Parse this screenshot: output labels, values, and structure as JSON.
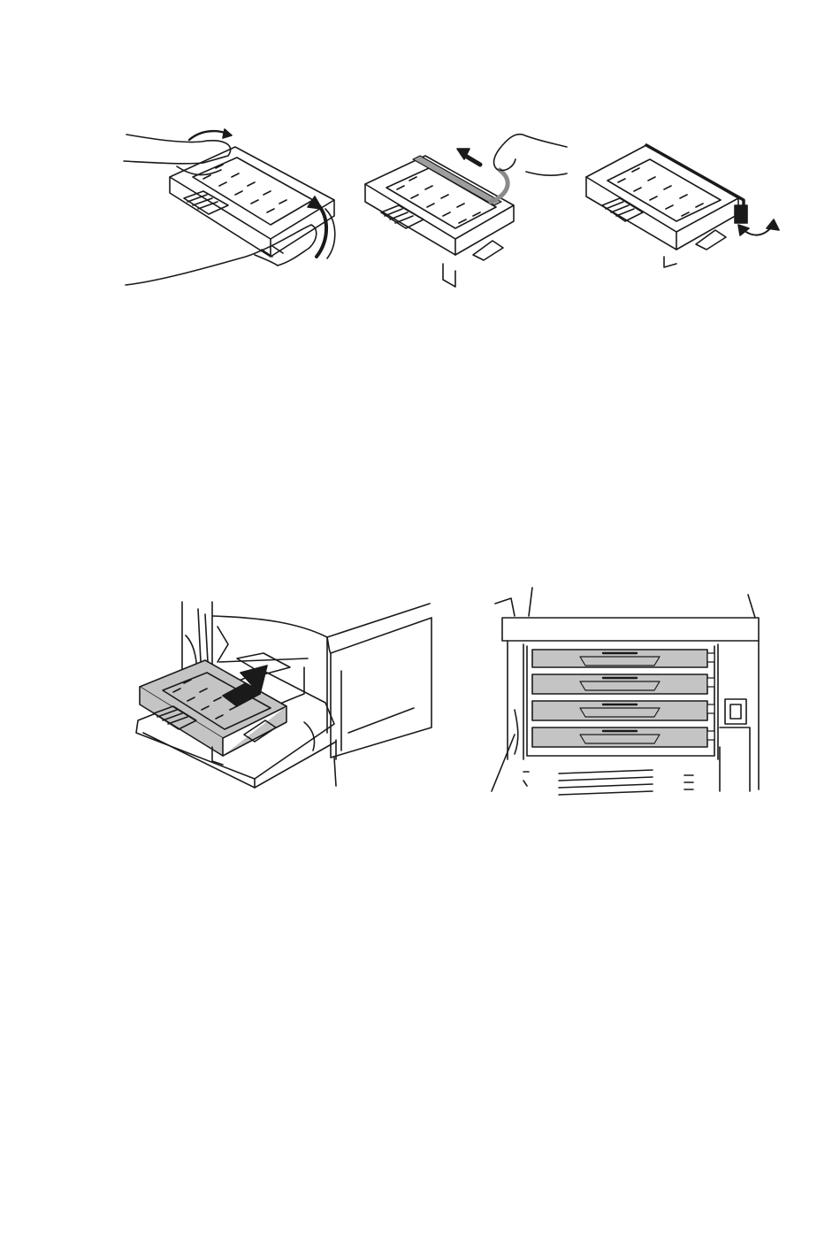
{
  "colors": {
    "line": "#1a1a1a",
    "cartridge_fill": "#bdbdbd",
    "paper": "#ffffff"
  },
  "figures": [
    {
      "id": "shake-cartridge",
      "icons": [
        "hands-icon",
        "cartridge-icon",
        "rotate-arrow-icon"
      ]
    },
    {
      "id": "remove-seal",
      "icons": [
        "hand-icon",
        "cartridge-icon",
        "pull-arrow-icon",
        "seal-tape-icon"
      ]
    },
    {
      "id": "remove-cap",
      "icons": [
        "cartridge-icon",
        "cap-icon",
        "double-arrow-icon"
      ]
    },
    {
      "id": "insert-cartridge",
      "icons": [
        "printer-icon",
        "cartridge-icon",
        "insert-arrow-icon"
      ]
    },
    {
      "id": "installed-cartridges",
      "icons": [
        "printer-front-icon",
        "cartridge-slot-icon"
      ]
    }
  ]
}
